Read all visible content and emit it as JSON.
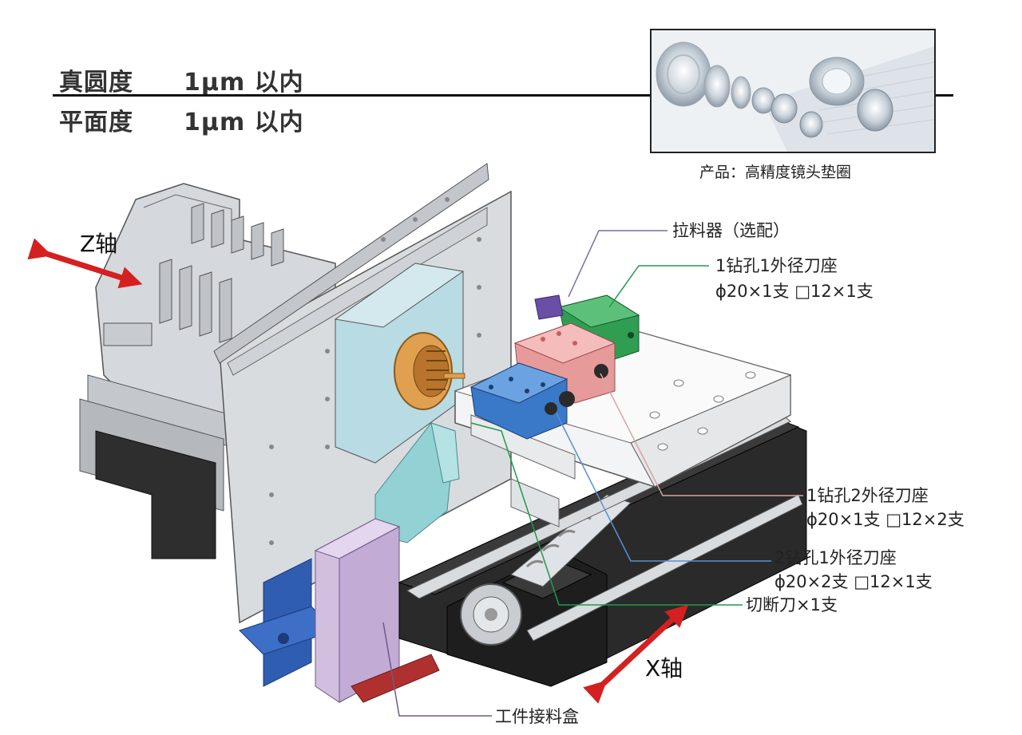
{
  "specs": [
    {
      "name": "真圆度",
      "value": "1μm 以内"
    },
    {
      "name": "平面度",
      "value": "1μm 以内"
    }
  ],
  "photo_caption": "产品：高精度镜头垫圈",
  "axes": {
    "z": "Z轴",
    "x": "X轴"
  },
  "callouts": {
    "puller": "拉料器（选配）",
    "holder_green_line1": "1钻孔1外径刀座",
    "holder_green_line2": "ϕ20×1支  □12×1支",
    "holder_pink_line1": "1钻孔2外径刀座",
    "holder_pink_line2": "ϕ20×1支  □12×2支",
    "holder_blue_line1": "2钻孔1外径刀座",
    "holder_blue_line2": "ϕ20×2支  □12×1支",
    "cutoff": "切断刀×1支",
    "work_box": "工件接料盒"
  },
  "colors": {
    "arrow_red": "#d42020",
    "callout_purple": "#7a6aa8",
    "callout_green": "#1f9a48",
    "callout_pink": "#d9a3a3",
    "callout_blue": "#5b8fd0",
    "holder_green": "#2f9e52",
    "holder_pink": "#e79a9a",
    "holder_blue": "#3a78c8",
    "chute_cyan": "#8fd3d6",
    "box_lavender": "#cdb9dc",
    "base_dark": "#2a2a2a"
  }
}
